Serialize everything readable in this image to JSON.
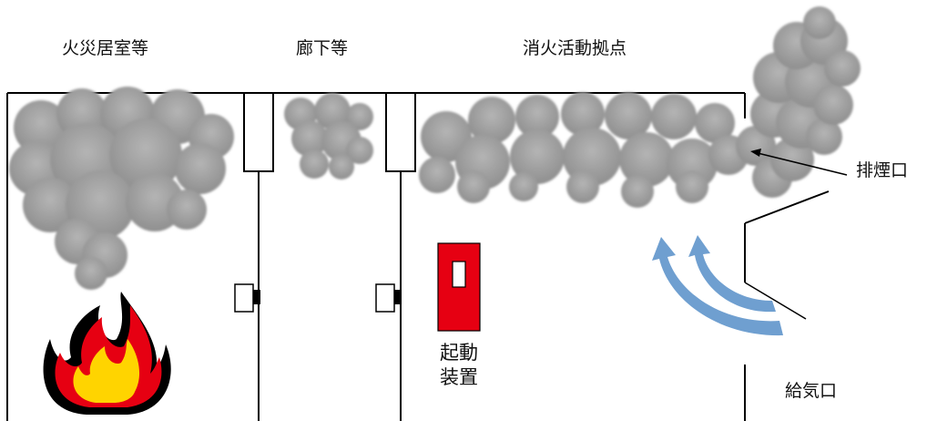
{
  "zones": {
    "fire_room": "火災居室等",
    "corridor": "廊下等",
    "fire_base": "消火活動拠点"
  },
  "callouts": {
    "exhaust_port": "排煙口",
    "supply_port": "給気口"
  },
  "device": {
    "line1": "起動",
    "line2": "装置"
  },
  "colors": {
    "smoke": "#9a9a9a",
    "device": "#e60012",
    "airflow": "#6f9fd0",
    "flame_outer": "#e60012",
    "flame_inner": "#ffd400"
  }
}
